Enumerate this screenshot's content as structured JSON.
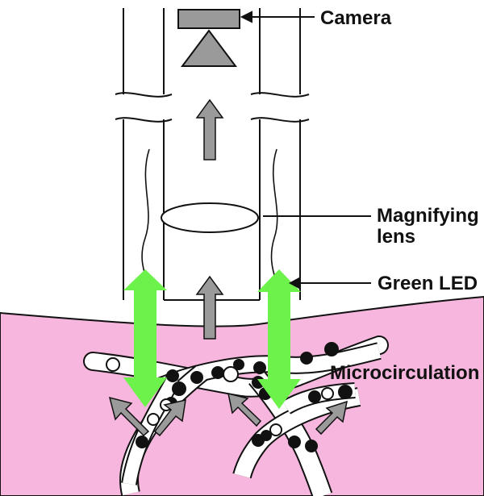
{
  "labels": {
    "camera": "Camera",
    "lens_line1": "Magnifying",
    "lens_line2": "lens",
    "led": "Green LED",
    "microcirculation": "Microcirculation"
  },
  "colors": {
    "tissue": "#f7b6dd",
    "led_arrow": "#6cf24a",
    "gray_arrow": "#9a9a9a",
    "camera": "#9a9a9a",
    "outline": "#111111"
  }
}
